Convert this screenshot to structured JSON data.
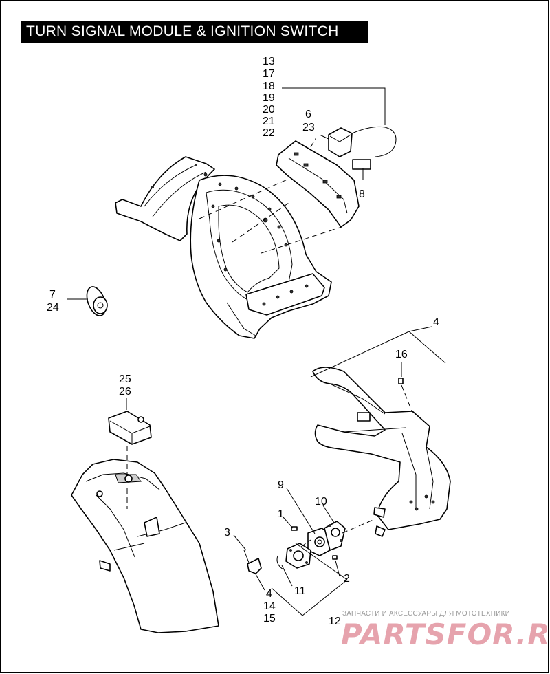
{
  "title": "TURN SIGNAL MODULE & IGNITION SWITCH",
  "callouts": {
    "c13": "13",
    "c17": "17",
    "c18": "18",
    "c19": "19",
    "c20": "20",
    "c21": "21",
    "c22": "22",
    "c6": "6",
    "c23": "23",
    "c8": "8",
    "c7": "7",
    "c24": "24",
    "c4a": "4",
    "c16": "16",
    "c25": "25",
    "c26": "26",
    "c9": "9",
    "c10": "10",
    "c1": "1",
    "c3": "3",
    "c2": "2",
    "c11": "11",
    "c4b": "4",
    "c14": "14",
    "c15": "15",
    "c12": "12"
  },
  "watermark": {
    "tagline": "ЗАПЧАСТИ И АКСЕССУАРЫ ДЛЯ МОТОТЕХНИКИ",
    "logo": "PARTSFOR.RU"
  }
}
